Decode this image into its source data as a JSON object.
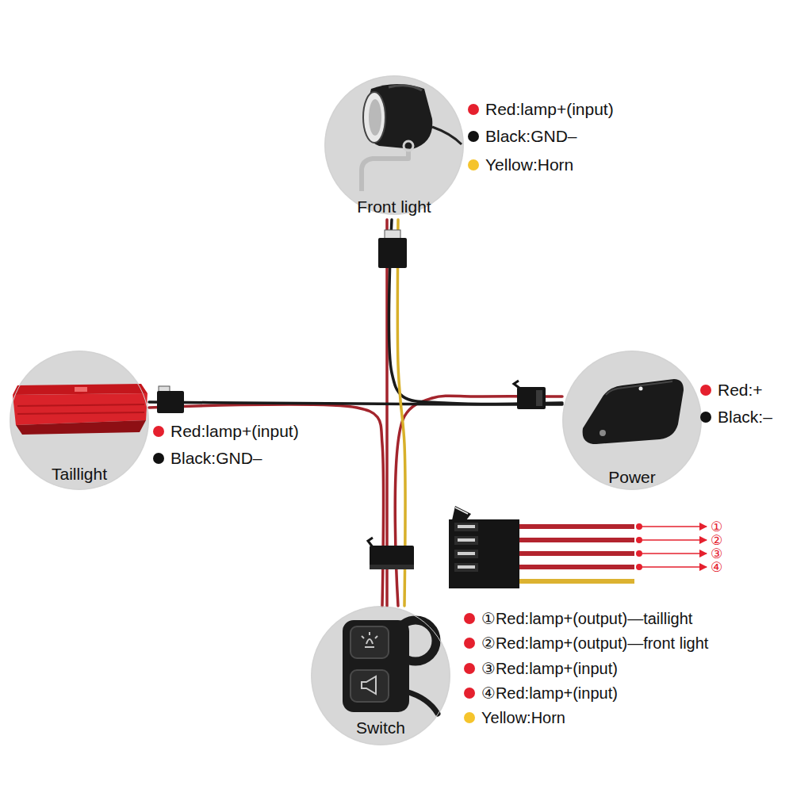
{
  "diagram": {
    "nodes": [
      {
        "text": [
          "Front light"
        ]
      },
      {
        "text": [
          "Taillight"
        ]
      },
      {
        "text": [
          "Power"
        ]
      },
      {
        "text": [
          "Switch"
        ]
      }
    ],
    "edges": [
      {
        "from": 2,
        "to": 3,
        "arrow": "none"
      },
      {
        "from": 3,
        "to": 0,
        "arrow": "none"
      },
      {
        "from": 3,
        "to": 1,
        "arrow": "none"
      },
      {
        "from": 2,
        "to": 0,
        "arrow": "none"
      },
      {
        "from": 2,
        "to": 1,
        "arrow": "none"
      },
      {
        "from": 3,
        "to": 0,
        "arrow": "none"
      }
    ],
    "labels": [
      "①",
      "②",
      "③",
      "④"
    ],
    "legend": [
      {
        "text": "Red:lamp+(input)",
        "color": "#e5202e"
      },
      {
        "text": "Black:GND–",
        "color": "#111111"
      },
      {
        "text": "Yellow:Horn",
        "color": "#f5c42c"
      },
      {
        "text": "Red:+",
        "color": "#e5202e"
      },
      {
        "text": "Black:–",
        "color": "#111111"
      },
      {
        "text": "Red:lamp+(input)",
        "color": "#e5202e"
      },
      {
        "text": "Black:GND–",
        "color": "#111111"
      },
      {
        "text": "①Red:lamp+(output)—taillight",
        "color": "#e5202e"
      },
      {
        "text": "②Red:lamp+(output)—front light",
        "color": "#e5202e"
      },
      {
        "text": "③Red:lamp+(input)",
        "color": "#e5202e"
      },
      {
        "text": "④Red:lamp+(input)",
        "color": "#e5202e"
      },
      {
        "text": "Yellow:Horn",
        "color": "#f5c42c"
      }
    ]
  }
}
